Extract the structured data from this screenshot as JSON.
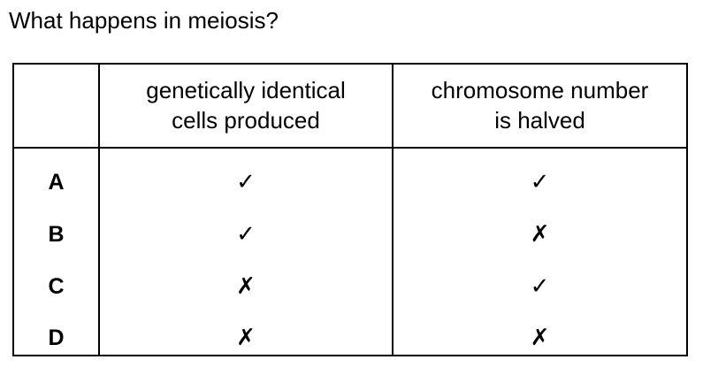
{
  "question": "What happens in meiosis?",
  "table": {
    "headers": [
      {
        "line1": "genetically identical",
        "line2": "cells produced"
      },
      {
        "line1": "chromosome number",
        "line2": "is halved"
      }
    ],
    "rows": [
      {
        "label": "A",
        "identical_cells": "✓",
        "chromosome_halved": "✓"
      },
      {
        "label": "B",
        "identical_cells": "✓",
        "chromosome_halved": "✗"
      },
      {
        "label": "C",
        "identical_cells": "✗",
        "chromosome_halved": "✓"
      },
      {
        "label": "D",
        "identical_cells": "✗",
        "chromosome_halved": "✗"
      }
    ]
  }
}
